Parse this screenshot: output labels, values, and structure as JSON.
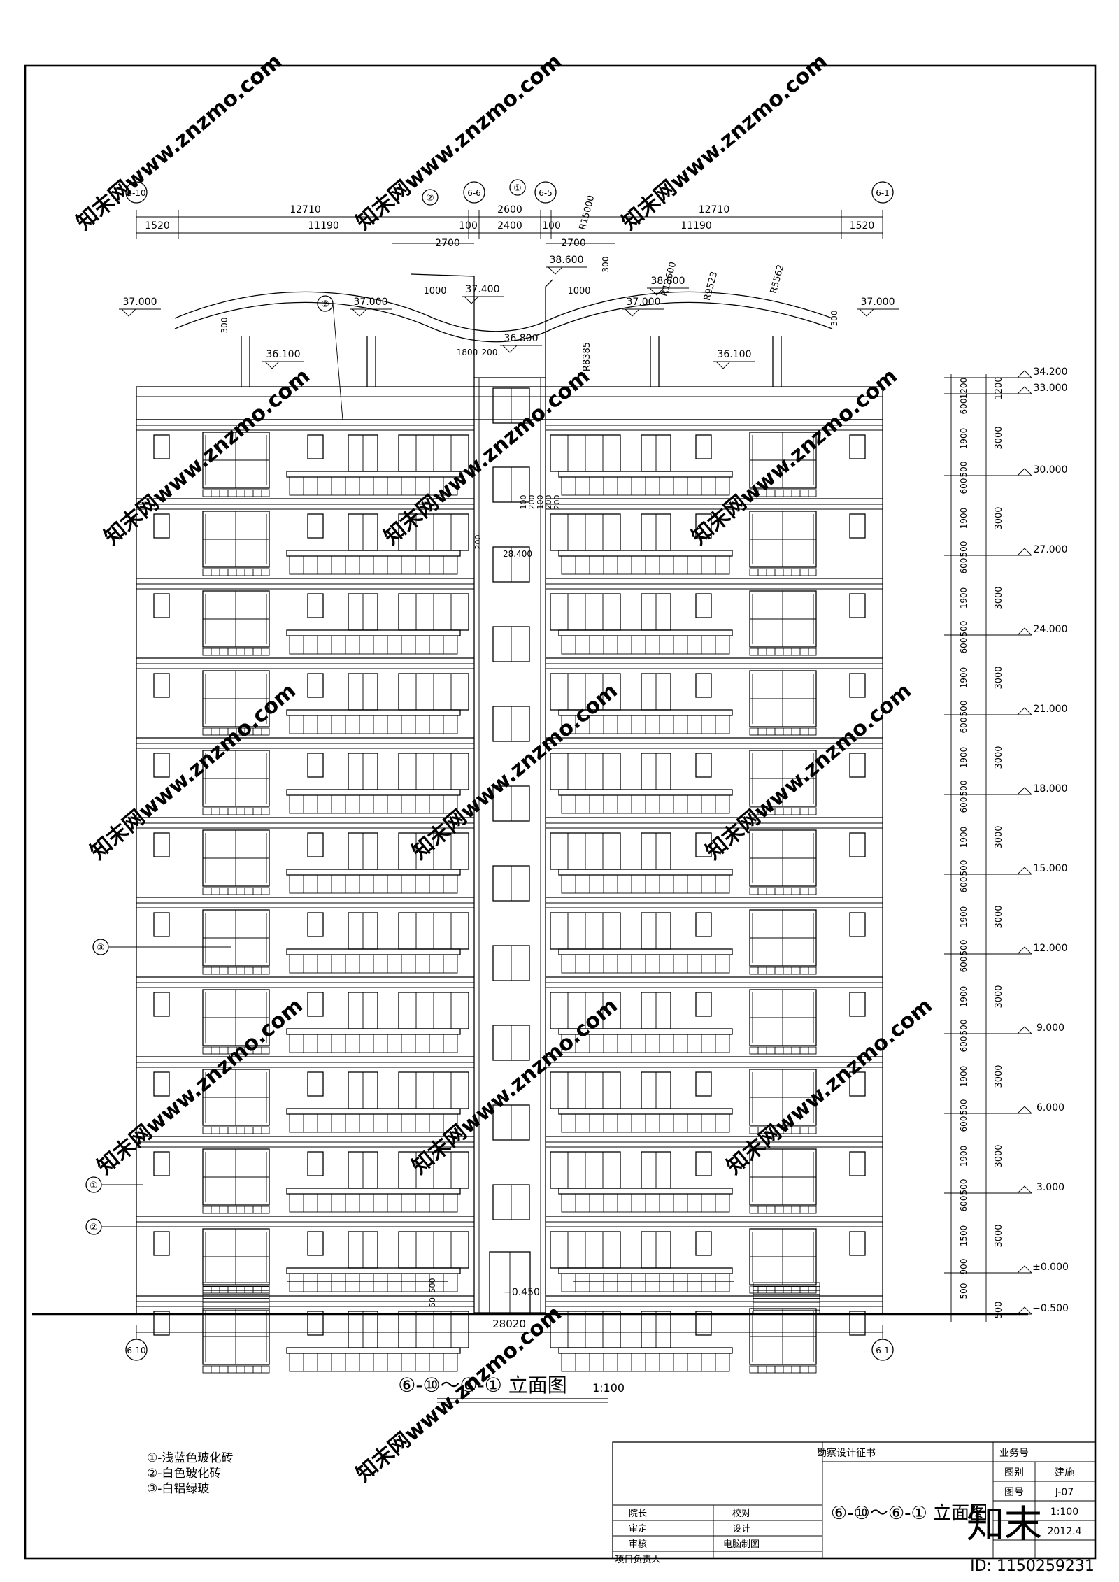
{
  "drawing": {
    "title": "⑥-⑩～⑥-① 立面图",
    "scale": "1:100",
    "overall_width": "28020",
    "axes": {
      "left": "6-10",
      "right": "6-1",
      "mid_left": "6-6",
      "mid_right": "6-5",
      "callout_1": "①",
      "callout_2": "②",
      "callout_3": "③"
    },
    "top_dims_row1": [
      "12710",
      "2600",
      "12710"
    ],
    "top_dims_row2": [
      "1520",
      "11190",
      "100",
      "2400",
      "100",
      "11190",
      "1520"
    ],
    "roof_dims": [
      "2700",
      "2700",
      "1000",
      "1000",
      "1800",
      "200",
      "R15000",
      "R13600",
      "R9523",
      "R5562",
      "R8385",
      "300",
      "300",
      "300"
    ],
    "roof_levels": [
      "37.000",
      "37.000",
      "37.400",
      "37.000",
      "37.000",
      "38.600",
      "38.800",
      "36.100",
      "36.100",
      "36.800"
    ],
    "misc_dims": [
      "28.400",
      "200",
      "100",
      "200",
      "100",
      "200",
      "200",
      "50",
      "500",
      "−0.450"
    ],
    "right_levels": [
      "34.200",
      "33.000",
      "30.000",
      "27.000",
      "24.000",
      "21.000",
      "18.000",
      "15.000",
      "12.000",
      "9.000",
      "6.000",
      "3.000",
      "±0.000",
      "−0.500"
    ],
    "right_dims_inner": [
      "1200",
      "600",
      "1900",
      "500",
      "600",
      "1900",
      "500",
      "600",
      "1900",
      "500",
      "600",
      "1900",
      "500",
      "600",
      "1900",
      "500",
      "600",
      "1900",
      "500",
      "600",
      "1900",
      "500",
      "600",
      "1900",
      "500",
      "600",
      "1900",
      "500",
      "600",
      "1900",
      "500",
      "600",
      "1500",
      "900",
      "500"
    ],
    "right_dims_outer": [
      "1200",
      "3000",
      "3000",
      "3000",
      "3000",
      "3000",
      "3000",
      "3000",
      "3000",
      "3000",
      "3000",
      "3000",
      "500"
    ]
  },
  "legend": [
    "①-浅蓝色玻化砖",
    "②-白色玻化砖",
    "③-白铝绿玻"
  ],
  "title_block": {
    "company": "勘察设计征书",
    "business_no_label": "业务号",
    "category_label": "图别",
    "category_value": "建施",
    "drawing_no_label": "图号",
    "drawing_no_value": "J-07",
    "scale_value": "1:100",
    "date_value": "2012.4",
    "sheet_title": "⑥-⑩～⑥-① 立面图",
    "roles": [
      "院长",
      "审定",
      "审核",
      "项目负责人"
    ],
    "roles2": [
      "校对",
      "设计",
      "电脑制图"
    ]
  },
  "watermark": {
    "text": "知末网www.znzmo.com",
    "logo": "知末",
    "id": "ID: 1150259231"
  }
}
